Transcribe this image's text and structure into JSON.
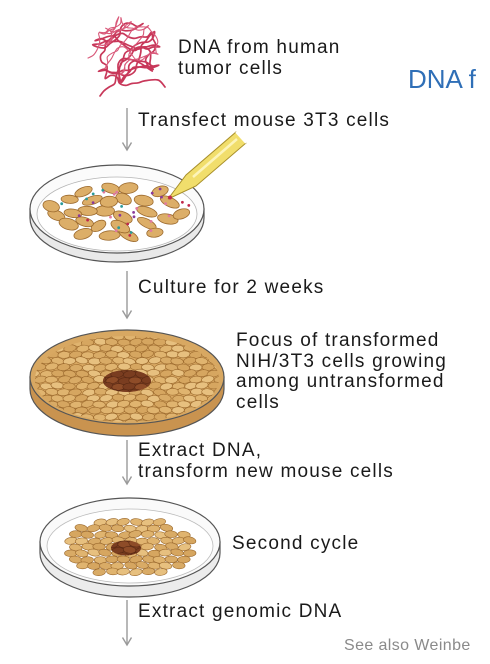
{
  "slide": {
    "title_fragment": "DNA f",
    "footnote": "See also Weinbe"
  },
  "figure": {
    "dna_source": {
      "line1": "DNA from human",
      "line2": "tumor cells"
    },
    "step_transfect": "Transfect mouse 3T3 cells",
    "step_culture": "Culture for 2 weeks",
    "focus_note": {
      "line1": "Focus of transformed",
      "line2": "NIH/3T3 cells growing",
      "line3": "among untransformed",
      "line4": "cells"
    },
    "step_extract": {
      "line1": "Extract DNA,",
      "line2": "transform new mouse cells"
    },
    "second_cycle": "Second cycle",
    "step_genomic": "Extract genomic DNA"
  },
  "icons": {
    "dna": "dna-strand-icon",
    "pipette": "pipette-icon",
    "arrow": "down-arrow-icon"
  },
  "colors": {
    "label_text": "#1a1a1a",
    "slide_title": "#2f6fb7",
    "footnote": "#8a8a8a",
    "dna_strand": "#c8385a",
    "dna_strand_2": "#d9597a",
    "cell": "#dcae68",
    "cell_edge": "#9c6a2e",
    "cell_shades": [
      "#e0b46f",
      "#d6a660",
      "#e7c07f",
      "#d9ab66"
    ],
    "focus": "#7a3d20",
    "focus_cell": "#8e4c28",
    "focus_edge": "#5a2a14",
    "pipette": "#f1de6c",
    "dye_dots": [
      "#c0284a",
      "#8a3a9a",
      "#2a9a9a",
      "#e07aa0"
    ],
    "arrow": "#9a9a9a",
    "dish_outline": "#555555"
  }
}
